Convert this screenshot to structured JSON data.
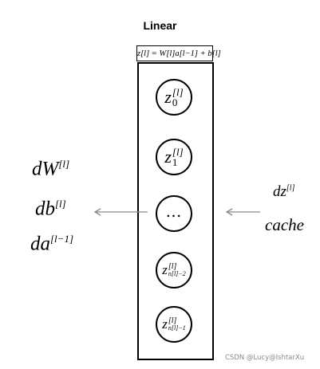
{
  "title": "Linear",
  "formula": "z[l] = W[l]a[l−1] + b[l]",
  "nodes": [
    {
      "base": "z",
      "index": "0",
      "layer": "[l]"
    },
    {
      "base": "z",
      "index": "1",
      "layer": "[l]"
    },
    {
      "dots": "…"
    },
    {
      "base": "z",
      "index": "n[l]−2",
      "layer": "[l]"
    },
    {
      "base": "z",
      "index": "n[l]−1",
      "layer": "[l]"
    }
  ],
  "outputs": {
    "dW": {
      "base": "dW",
      "sup": "[l]"
    },
    "db": {
      "base": "db",
      "sup": "[l]"
    },
    "da": {
      "base": "da",
      "sup": "[l−1]"
    }
  },
  "inputs": {
    "dz": {
      "base": "dz",
      "sup": "[l]"
    },
    "cache": "cache"
  },
  "watermark": "CSDN @Lucy@IshtarXu"
}
